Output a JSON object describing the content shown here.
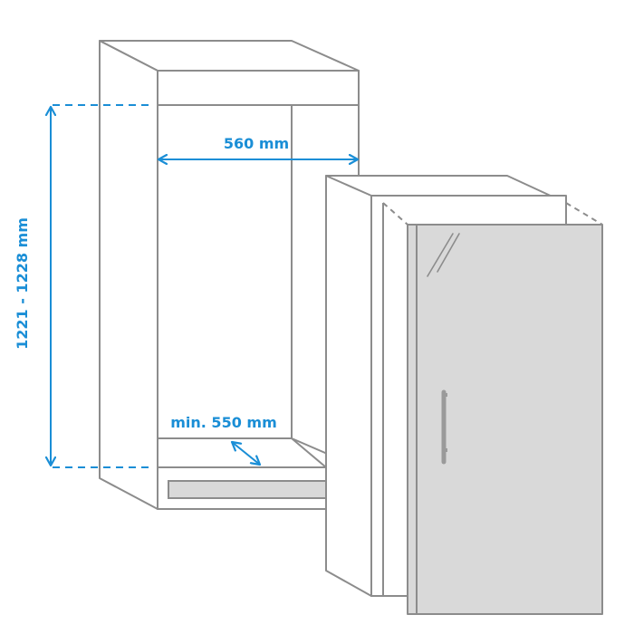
{
  "colors": {
    "dimension": "#1a8ed6",
    "outline": "#8c8c8c",
    "door_fill": "#d9d9d9",
    "handle": "#9a9a9a"
  },
  "dimensions": {
    "height": "1221 - 1228 mm",
    "width": "560 mm",
    "depth": "min. 550 mm"
  },
  "icons": [
    "double-arrow-icon",
    "handle-icon"
  ]
}
